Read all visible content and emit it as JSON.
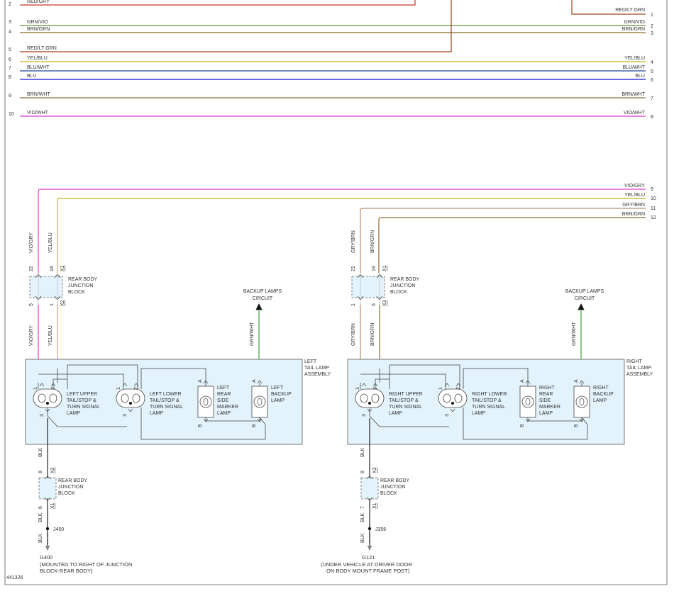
{
  "colors": {
    "red_gry": "#c0392b",
    "red_lt_grn": "#a04020",
    "grn_vio": "#6a8a3a",
    "brn_grn": "#8a6a2a",
    "yel_blu": "#c8b020",
    "blu_wht": "#2040a0",
    "blu": "#1010d0",
    "brn_wht": "#8a6a40",
    "vio_wht": "#e030d0",
    "vio_gry": "#e040d0",
    "gry_brn": "#b09070",
    "grn_wht": "#40a040",
    "blk": "#222222",
    "assembly_fill": "#e3f3fb"
  },
  "top_wires": [
    {
      "left_pin": "2",
      "label": "RED/GRY",
      "color": "red_gry"
    },
    {
      "left_pin": "3",
      "label": "GRN/VIO",
      "right_label": "GRN/VIO",
      "right_pin": "2",
      "color": "grn_vio"
    },
    {
      "left_pin": "4",
      "label": "BRN/GRN",
      "right_label": "BRN/GRN",
      "right_pin": "3",
      "color": "brn_grn"
    },
    {
      "left_pin": "5",
      "label": "RED/LT GRN",
      "color": "red_lt_grn"
    },
    {
      "left_pin": "6",
      "label": "YEL/BLU",
      "right_label": "YEL/BLU",
      "right_pin": "4",
      "color": "yel_blu"
    },
    {
      "left_pin": "7",
      "label": "BLU/WHT",
      "right_label": "BLU/WHT",
      "right_pin": "5",
      "color": "blu_wht"
    },
    {
      "left_pin": "8",
      "label": "BLU",
      "right_label": "BLU",
      "right_pin": "6",
      "color": "blu"
    },
    {
      "left_pin": "9",
      "label": "BRN/WHT",
      "right_label": "BRN/WHT",
      "right_pin": "7",
      "color": "brn_wht"
    },
    {
      "left_pin": "10",
      "label": "VIO/WHT",
      "right_label": "VIO/WHT",
      "right_pin": "8",
      "color": "vio_wht"
    }
  ],
  "top_right_extra": {
    "label": "RED/LT GRN",
    "pin": "1"
  },
  "mid_wires": [
    {
      "label": "VIO/GRY",
      "pin": "9"
    },
    {
      "label": "YEL/BLU",
      "pin": "10"
    },
    {
      "label": "GRY/BRN",
      "pin": "11"
    },
    {
      "label": "BRN/GRN",
      "pin": "12"
    }
  ],
  "left": {
    "wire_a": "VIO/GRY",
    "wire_b": "YEL/BLU",
    "jb_top_pins": [
      "22",
      "18"
    ],
    "jb_top_conn": "X1",
    "jb_bot_pins": [
      "5",
      "1"
    ],
    "jb_bot_conn": "X2",
    "jb_label": [
      "REAR BODY",
      "JUNCTION",
      "BLOCK"
    ],
    "backup_circuit": [
      "BACKUP LAMPS",
      "CIRCUIT"
    ],
    "backup_wire": "GRN/WHT",
    "assembly": [
      "LEFT",
      "TAIL LAMP",
      "ASSEMBLY"
    ],
    "lamp1": [
      "LEFT UPPER",
      "TAIL/STOP &",
      "TURN SIGNAL",
      "LAMP"
    ],
    "lamp2": [
      "LEFT LOWER",
      "TAIL/STOP &",
      "TURN SIGNAL",
      "LAMP"
    ],
    "lamp3": [
      "LEFT",
      "REAR",
      "SIDE",
      "MARKER",
      "LAMP"
    ],
    "lamp4": [
      "LEFT",
      "BACKUP",
      "LAMP"
    ],
    "blk": "BLK",
    "gjb_pins": [
      "8",
      "6"
    ],
    "gjb_conns": [
      "X2",
      "X1"
    ],
    "splice": "J450",
    "ground": "G400",
    "ground_note": [
      "(MOUNTED TO RIGHT OF JUNCTION",
      "BLOCK-REAR BODY)"
    ]
  },
  "right": {
    "wire_a": "GRY/BRN",
    "wire_b": "BRN/GRN",
    "jb_top_pins": [
      "21",
      "19"
    ],
    "jb_top_conn": "X1",
    "jb_bot_pins": [
      "1",
      "5"
    ],
    "jb_bot_conn": "X3",
    "jb_label": [
      "REAR BODY",
      "JUNCTION",
      "BLOCK"
    ],
    "backup_circuit": [
      "BACKUP LAMPS",
      "CIRCUIT"
    ],
    "backup_wire": "GRN/WHT",
    "assembly": [
      "RIGHT",
      "TAIL LAMP",
      "ASSEMBLY"
    ],
    "lamp1": [
      "RIGHT UPPER",
      "TAIL/STOP &",
      "TURN SIGNAL",
      "LAMP"
    ],
    "lamp2": [
      "RIGHT LOWER",
      "TAIL/STOP &",
      "TURN SIGNAL",
      "LAMP"
    ],
    "lamp3": [
      "RIGHT",
      "REAR",
      "SIDE",
      "MARKER",
      "LAMP"
    ],
    "lamp4": [
      "RIGHT",
      "BACKUP",
      "LAMP"
    ],
    "blk": "BLK",
    "gjb_pins": [
      "8",
      "7"
    ],
    "gjb_conns": [
      "X3",
      "X1"
    ],
    "splice": "J356",
    "ground": "G121",
    "ground_note": [
      "(UNDER VEHICLE AT DRIVER DOOR",
      "ON BODY MOUNT FRAME POST)"
    ]
  },
  "lamp_pins": {
    "p1": "1",
    "p2": "2",
    "p3": "3",
    "a": "A",
    "b": "B"
  },
  "figure_id": "441326"
}
